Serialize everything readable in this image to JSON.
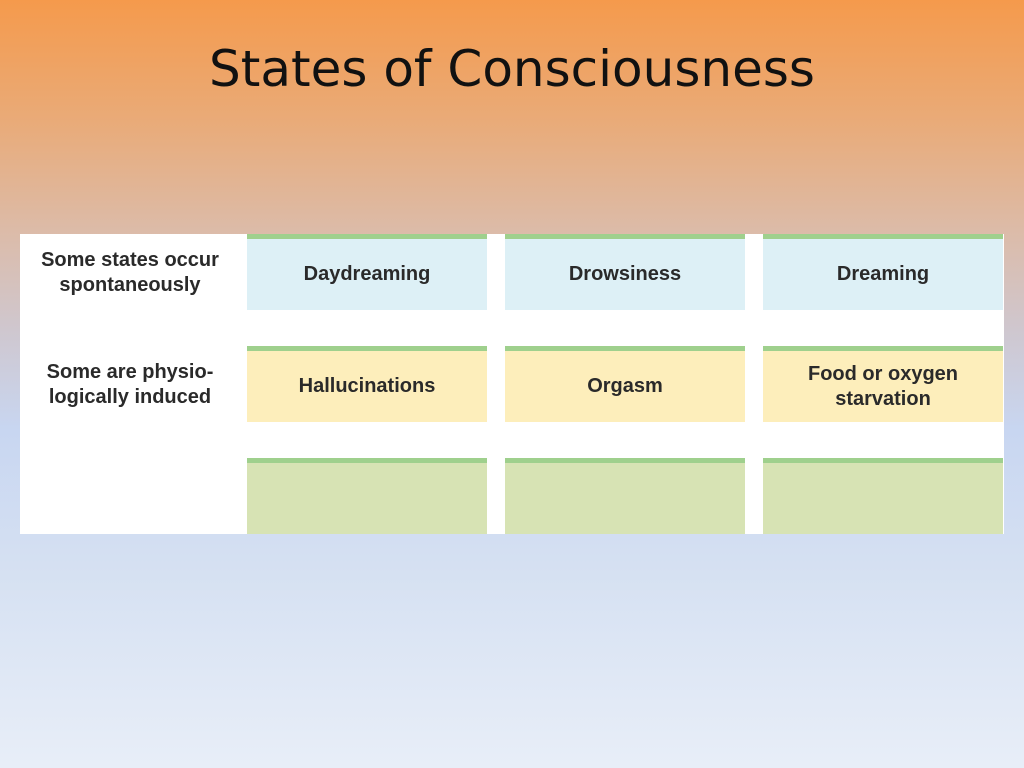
{
  "slide": {
    "title": "States of Consciousness"
  },
  "table": {
    "rows": [
      {
        "label": "Some states occur\nspontaneously",
        "cells": [
          "Daydreaming",
          "Drowsiness",
          "Dreaming"
        ]
      },
      {
        "label": "Some are physio-\nlogically induced",
        "cells": [
          "Hallucinations",
          "Orgasm",
          "Food or oxygen\nstarvation"
        ]
      },
      {
        "label": "",
        "cells": [
          "",
          "",
          ""
        ]
      }
    ]
  },
  "colors": {
    "row1_fill": "#ddf0f6",
    "row2_fill": "#fdeebb",
    "row3_fill": "#d7e3b4",
    "cell_top_border": "#9fd08d",
    "title_text": "#111111",
    "background_top": "#f59a4c",
    "background_bottom": "#e8eef8"
  }
}
